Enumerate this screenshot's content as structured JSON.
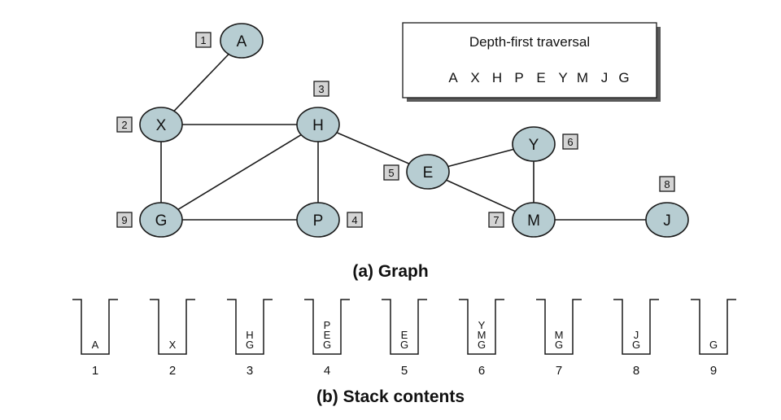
{
  "legend": {
    "title": "Depth-first traversal",
    "sequence": [
      "A",
      "X",
      "H",
      "P",
      "E",
      "Y",
      "M",
      "J",
      "G"
    ]
  },
  "graph": {
    "caption": "(a) Graph",
    "nodes": [
      {
        "id": "A",
        "label": "A",
        "order": "1"
      },
      {
        "id": "X",
        "label": "X",
        "order": "2"
      },
      {
        "id": "H",
        "label": "H",
        "order": "3"
      },
      {
        "id": "P",
        "label": "P",
        "order": "4"
      },
      {
        "id": "E",
        "label": "E",
        "order": "5"
      },
      {
        "id": "Y",
        "label": "Y",
        "order": "6"
      },
      {
        "id": "M",
        "label": "M",
        "order": "7"
      },
      {
        "id": "J",
        "label": "J",
        "order": "8"
      },
      {
        "id": "G",
        "label": "G",
        "order": "9"
      }
    ],
    "edges": [
      [
        "A",
        "X"
      ],
      [
        "X",
        "H"
      ],
      [
        "X",
        "G"
      ],
      [
        "H",
        "G"
      ],
      [
        "H",
        "P"
      ],
      [
        "H",
        "E"
      ],
      [
        "G",
        "P"
      ],
      [
        "E",
        "Y"
      ],
      [
        "E",
        "M"
      ],
      [
        "Y",
        "M"
      ],
      [
        "M",
        "J"
      ]
    ]
  },
  "stacks": {
    "caption": "(b) Stack contents",
    "items": [
      {
        "step": "1",
        "contents": [
          "A"
        ]
      },
      {
        "step": "2",
        "contents": [
          "X"
        ]
      },
      {
        "step": "3",
        "contents": [
          "H",
          "G"
        ]
      },
      {
        "step": "4",
        "contents": [
          "P",
          "E",
          "G"
        ]
      },
      {
        "step": "5",
        "contents": [
          "E",
          "G"
        ]
      },
      {
        "step": "6",
        "contents": [
          "Y",
          "M",
          "G"
        ]
      },
      {
        "step": "7",
        "contents": [
          "M",
          "G"
        ]
      },
      {
        "step": "8",
        "contents": [
          "J",
          "G"
        ]
      },
      {
        "step": "9",
        "contents": [
          "G"
        ]
      }
    ]
  },
  "colors": {
    "node_fill": "#b7cdd2",
    "order_box_fill": "#d4d4d4",
    "stroke": "#1a1a1a"
  }
}
